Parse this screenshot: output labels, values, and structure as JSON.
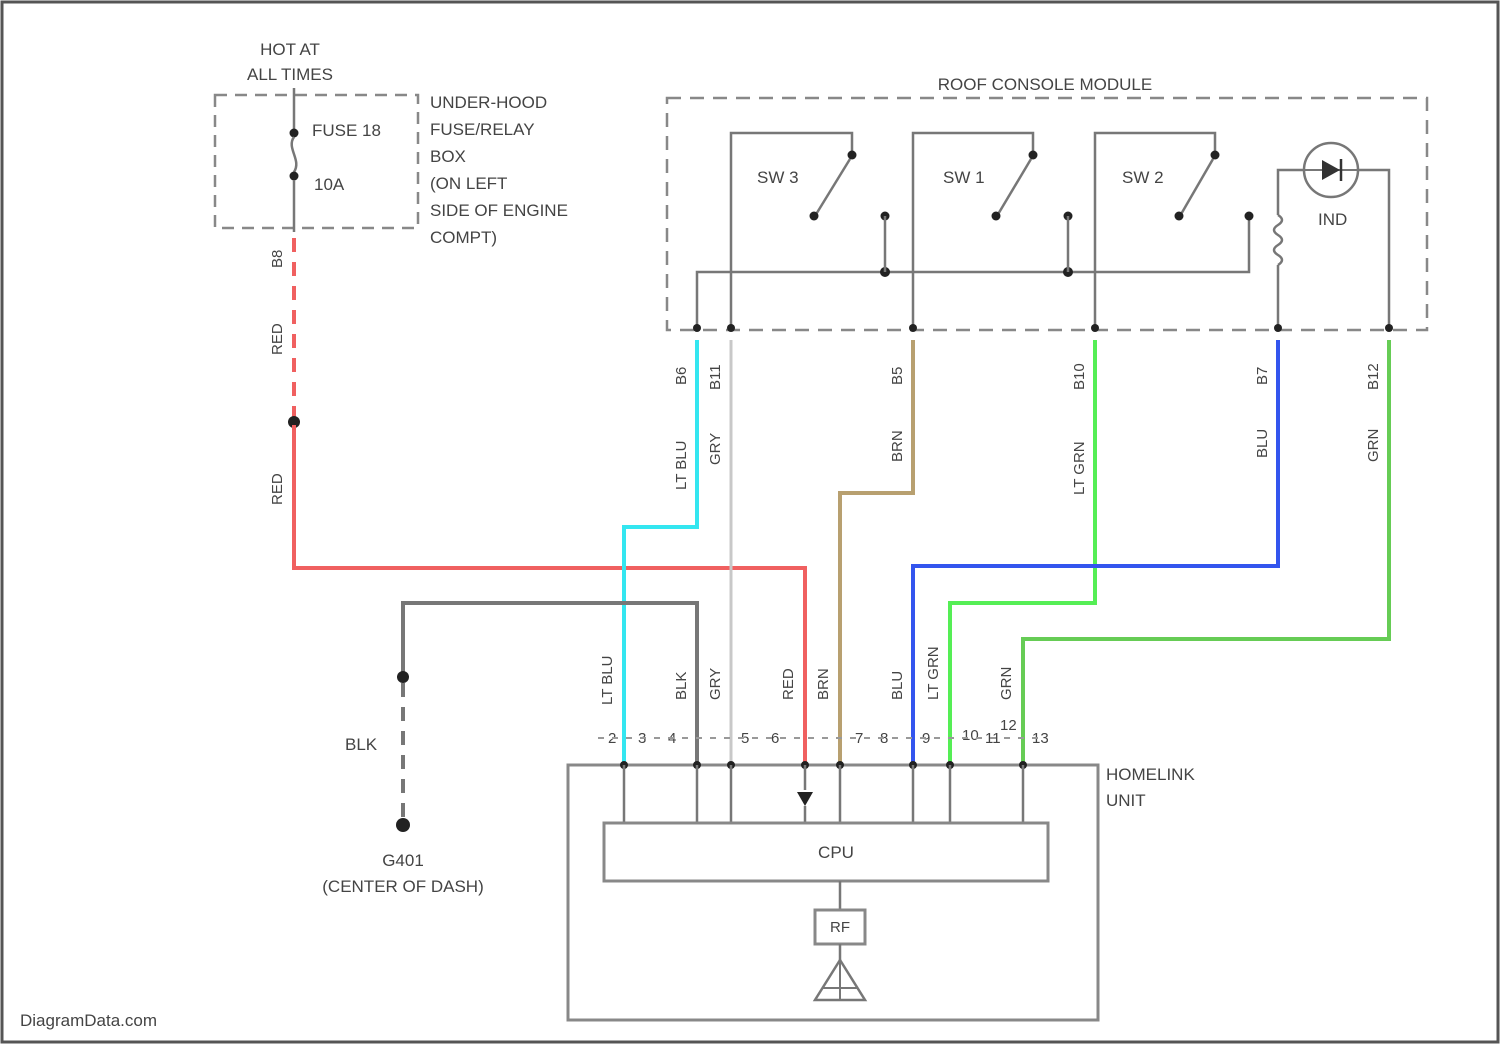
{
  "fuse_box": {
    "hot_line1": "HOT AT",
    "hot_line2": "ALL TIMES",
    "fuse_label": "FUSE 18",
    "fuse_rating": "10A",
    "location_lines": [
      "UNDER-HOOD",
      "FUSE/RELAY",
      "BOX",
      "(ON LEFT",
      "SIDE OF ENGINE",
      "COMPT)"
    ],
    "pin": "B8"
  },
  "roof_module": {
    "title": "ROOF CONSOLE MODULE",
    "switches": [
      "SW 3",
      "SW 1",
      "SW 2"
    ],
    "indicator": "IND"
  },
  "wires": {
    "red_top": "RED",
    "red_bottom": "RED",
    "roof_pins": [
      "B6",
      "B11",
      "B5",
      "B10",
      "B7",
      "B12"
    ],
    "roof_colors": [
      "LT BLU",
      "GRY",
      "BRN",
      "LT GRN",
      "BLU",
      "GRN"
    ],
    "homelink_colors": [
      "LT BLU",
      "BLK",
      "GRY",
      "RED",
      "BRN",
      "BLU",
      "LT GRN",
      "GRN"
    ],
    "homelink_pins": [
      "2",
      "3",
      "4",
      "5",
      "6",
      "7",
      "8",
      "9",
      "10",
      "11",
      "12",
      "13"
    ]
  },
  "ground": {
    "wire": "BLK",
    "name": "G401",
    "location": "(CENTER OF DASH)"
  },
  "homelink": {
    "title_line1": "HOMELINK",
    "title_line2": "UNIT",
    "cpu": "CPU",
    "rf": "RF"
  },
  "footer": {
    "source": "DiagramData.com"
  },
  "colors": {
    "red": "#f06060",
    "lt_blu": "#33e6f0",
    "gry": "#c8c8c8",
    "brn": "#b8a070",
    "lt_grn": "#55ee55",
    "blu": "#3355ee",
    "grn": "#66cc55",
    "blk": "#777777"
  }
}
